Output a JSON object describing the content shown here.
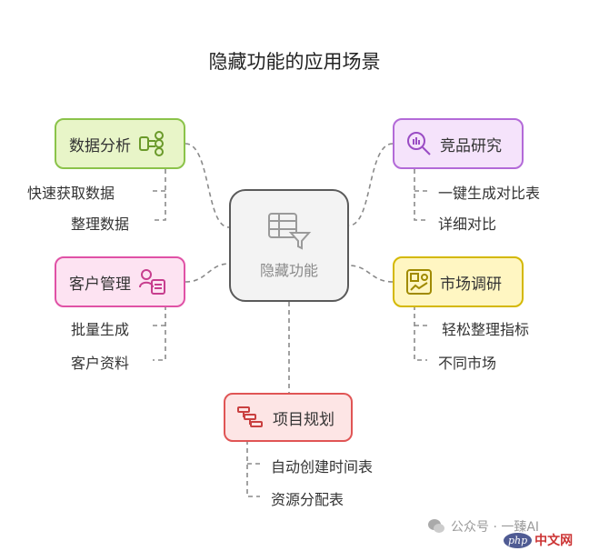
{
  "title": "隐藏功能的应用场景",
  "center": {
    "label": "隐藏功能",
    "icon": "table-filter-icon"
  },
  "nodes": {
    "data_analysis": {
      "label": "数据分析",
      "icon": "database-list-icon",
      "color": "#8bc34a",
      "bg": "#e8f5c8",
      "items": [
        "快速获取数据",
        "整理数据"
      ]
    },
    "competitor": {
      "label": "竞品研究",
      "icon": "magnify-chart-icon",
      "color": "#b36ad8",
      "bg": "#f5e3fb",
      "items": [
        "一键生成对比表",
        "详细对比"
      ]
    },
    "customer": {
      "label": "客户管理",
      "icon": "user-card-icon",
      "color": "#e052a6",
      "bg": "#fde3f2",
      "items": [
        "批量生成",
        "客户资料"
      ]
    },
    "market": {
      "label": "市场调研",
      "icon": "dashboard-chart-icon",
      "color": "#d4b800",
      "bg": "#fff6c2",
      "items": [
        "轻松整理指标",
        "不同市场"
      ]
    },
    "project": {
      "label": "项目规划",
      "icon": "gantt-icon",
      "color": "#e05555",
      "bg": "#fde5e5",
      "items": [
        "自动创建时间表",
        "资源分配表"
      ]
    }
  },
  "watermark": {
    "text": "公众号 · 一臻AI",
    "icon": "wechat-icon"
  },
  "site_logo": {
    "badge": "php",
    "text": "中文网"
  }
}
